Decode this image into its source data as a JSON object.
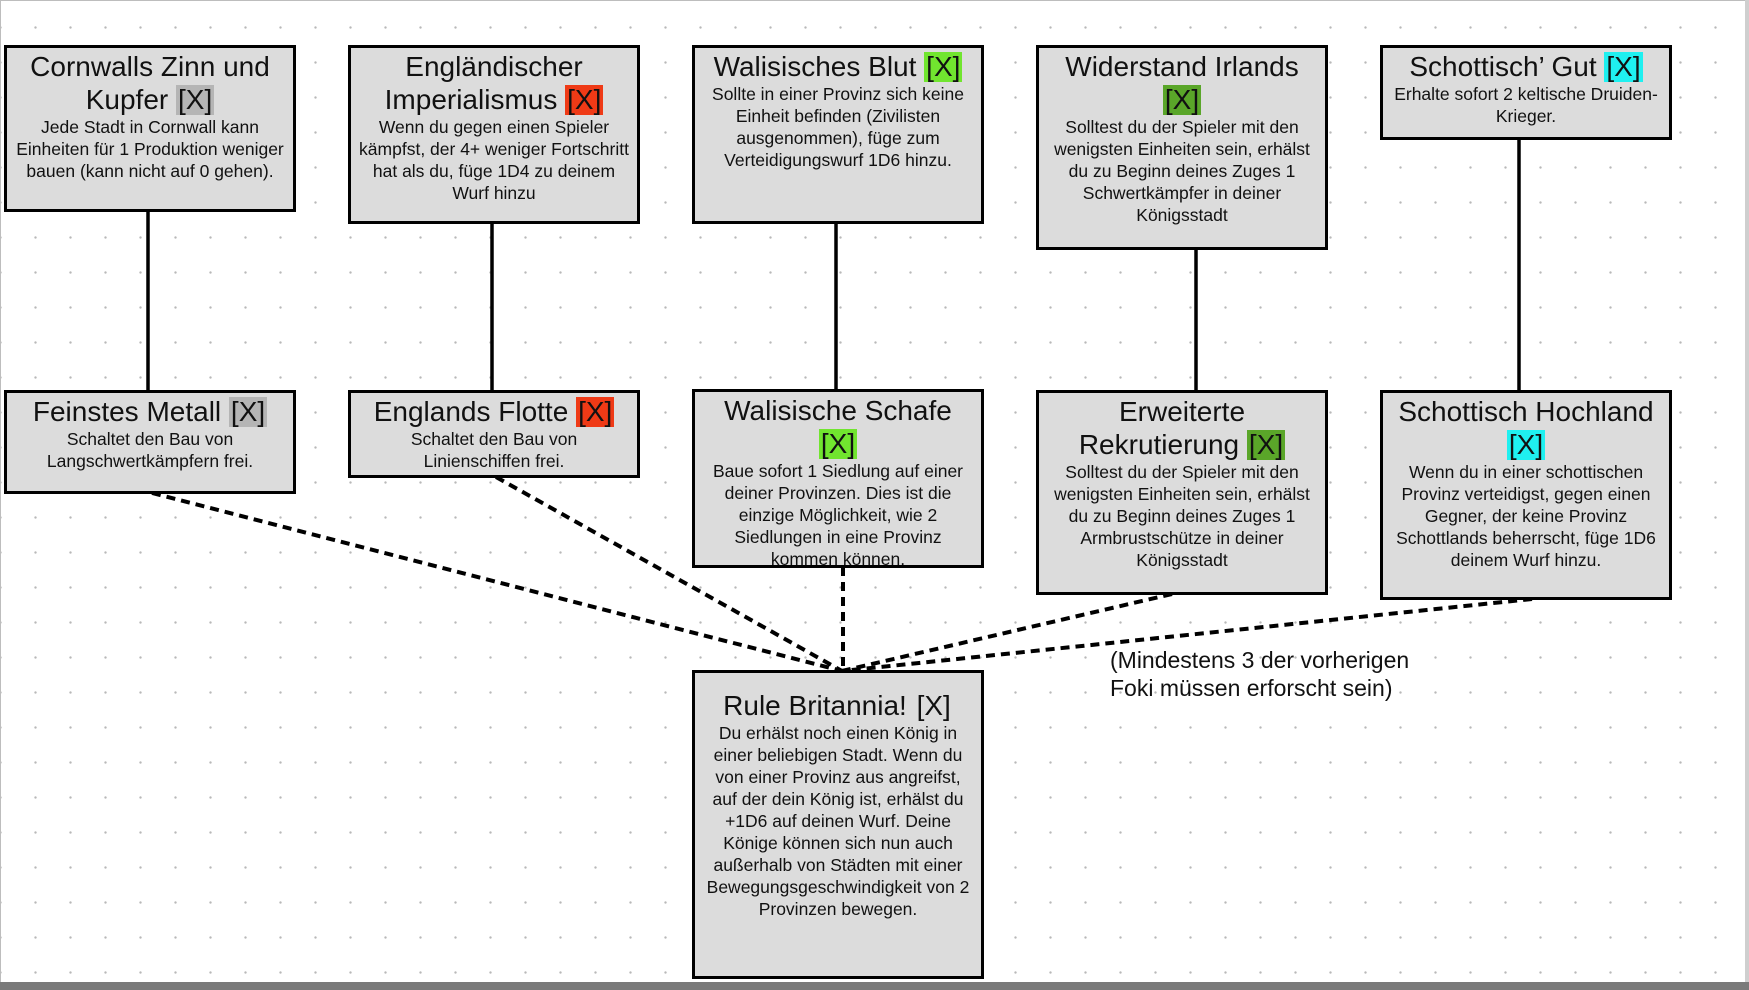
{
  "cards": [
    {
      "id": "cornwall",
      "title": "Cornwalls Zinn und Kupfer",
      "tag": "[X]",
      "tag_color": "gray",
      "desc": "Jede Stadt in Cornwall kann Einheiten für 1 Produktion weniger bauen (kann nicht auf 0 gehen)."
    },
    {
      "id": "imperialismus",
      "title": "Engländischer Imperialismus",
      "tag": "[X]",
      "tag_color": "red",
      "desc": "Wenn du gegen einen Spieler kämpfst, der 4+ weniger Fortschritt hat als du, füge 1D4 zu deinem Wurf hinzu"
    },
    {
      "id": "walisisches-blut",
      "title": "Walisisches Blut",
      "tag": "[X]",
      "tag_color": "lime",
      "desc": "Sollte in einer Provinz sich keine Einheit befinden (Zivilisten ausgenommen), füge zum Verteidigungswurf 1D6 hinzu."
    },
    {
      "id": "widerstand",
      "title": "Widerstand Irlands",
      "tag": "[X]",
      "tag_color": "green",
      "desc": "Solltest du der Spieler mit den wenigsten Einheiten sein, erhälst du zu Beginn deines Zuges 1 Schwertkämpfer in deiner Königsstadt"
    },
    {
      "id": "schottisch-gut",
      "title": "Schottisch’ Gut",
      "tag": "[X]",
      "tag_color": "cyan",
      "desc": "Erhalte sofort 2 keltische Druiden-Krieger."
    },
    {
      "id": "feinstes-metall",
      "title": "Feinstes Metall",
      "tag": "[X]",
      "tag_color": "gray",
      "desc": "Schaltet den Bau von Langschwertkämpfern frei."
    },
    {
      "id": "englands-flotte",
      "title": "Englands Flotte",
      "tag": "[X]",
      "tag_color": "red",
      "desc": "Schaltet den Bau von Linienschiffen frei."
    },
    {
      "id": "walisische-schafe",
      "title": "Walisische Schafe",
      "tag": "[X]",
      "tag_color": "lime",
      "desc": "Baue sofort 1 Siedlung auf einer deiner Provinzen. Dies ist die einzige Möglichkeit, wie 2 Siedlungen in eine Provinz kommen können."
    },
    {
      "id": "rekrutierung",
      "title": "Erweiterte Rekrutierung",
      "tag": "[X]",
      "tag_color": "green",
      "desc": "Solltest du der Spieler mit den wenigsten Einheiten sein, erhälst du zu Beginn deines Zuges 1 Armbrustschütze in deiner Königsstadt"
    },
    {
      "id": "hochland",
      "title": "Schottisch Hochland",
      "tag": "[X]",
      "tag_color": "cyan",
      "desc": "Wenn du in einer schottischen Provinz verteidigst, gegen einen Gegner, der keine Provinz Schottlands beherrscht, füge 1D6 deinem Wurf hinzu."
    },
    {
      "id": "rule-britannia",
      "title": "Rule Britannia!",
      "tag": "[X]",
      "tag_color": "none",
      "desc": "Du erhälst noch einen König in einer beliebigen Stadt. Wenn du von einer Provinz aus angreifst, auf der dein König ist, erhälst du +1D6 auf deinen Wurf. Deine Könige können sich nun auch außerhalb von Städten mit einer Bewegungsgeschwindigkeit von 2 Provinzen bewegen."
    }
  ],
  "requirement_note": "(Mindestens 3 der vorherigen Foki müssen erforscht sein)",
  "colors": {
    "gray": "#b5b5b5",
    "red": "#ef3a16",
    "lime": "#71e52f",
    "green": "#5aa629",
    "cyan": "#1ff0f0",
    "card_bg": "#dcdcdc"
  }
}
